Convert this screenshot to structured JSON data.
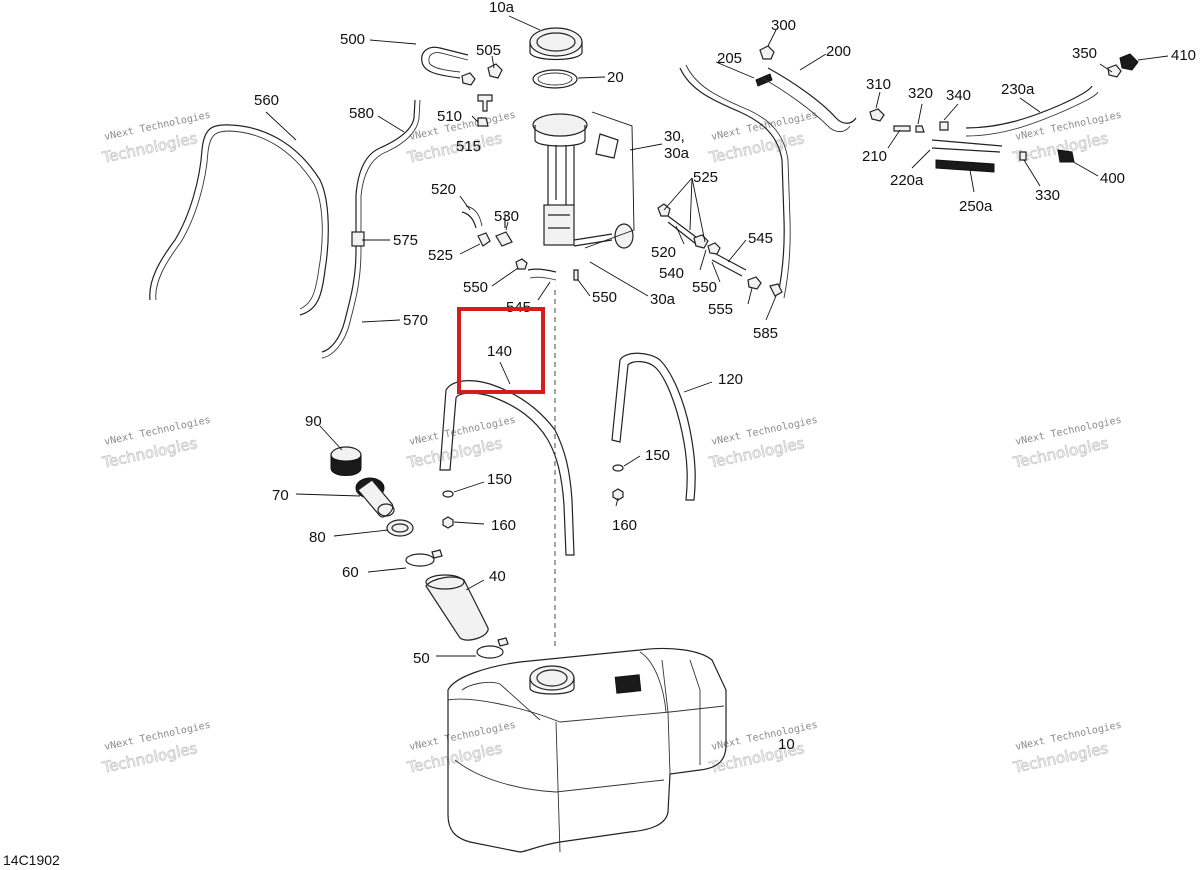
{
  "diagram": {
    "reference_code": "14C1902",
    "watermark": {
      "line1": "vNext Technologies",
      "line2": "Technologies"
    },
    "highlighted_part": "140",
    "callouts": {
      "c10": "10",
      "c10a": "10a",
      "c20": "20",
      "c30": "30,",
      "c30a": "30a",
      "c30a_2": "30a",
      "c40": "40",
      "c50": "50",
      "c60": "60",
      "c70": "70",
      "c80": "80",
      "c90": "90",
      "c120": "120",
      "c140": "140",
      "c150_a": "150",
      "c150_b": "150",
      "c160_a": "160",
      "c160_b": "160",
      "c200": "200",
      "c205": "205",
      "c210": "210",
      "c220a": "220a",
      "c230a": "230a",
      "c250a": "250a",
      "c300": "300",
      "c310": "310",
      "c320": "320",
      "c330": "330",
      "c340": "340",
      "c350": "350",
      "c400": "400",
      "c410": "410",
      "c500": "500",
      "c505": "505",
      "c510": "510",
      "c515": "515",
      "c520_a": "520",
      "c520_b": "520",
      "c525_a": "525",
      "c525_b": "525",
      "c530": "530",
      "c540": "540",
      "c545_a": "545",
      "c545_b": "545",
      "c550_a": "550",
      "c550_b": "550",
      "c550_c": "550",
      "c555": "555",
      "c560": "560",
      "c570": "570",
      "c575": "575",
      "c580": "580",
      "c585": "585"
    }
  }
}
